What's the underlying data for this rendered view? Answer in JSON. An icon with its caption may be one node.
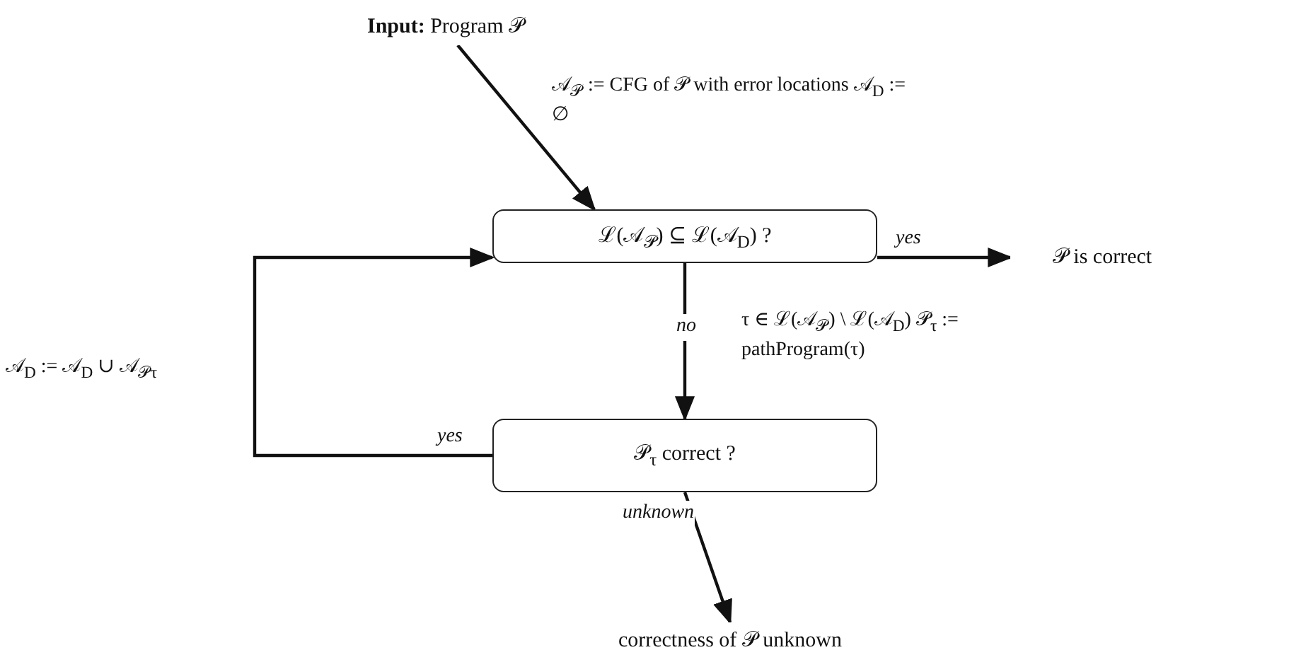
{
  "diagram": {
    "nodes": [
      {
        "text": [
          "**Input:** Program 𝒫"
        ]
      },
      {
        "text": [
          "ℒ(𝒜$_{𝒫}$) ⊆ ℒ(𝒜$_{D}$) ?"
        ]
      },
      {
        "text": [
          "𝒫 is correct"
        ]
      },
      {
        "text": [
          "𝒫$_{τ}$ correct ?"
        ]
      },
      {
        "text": [
          "correctness of 𝒫 unknown"
        ]
      }
    ],
    "edges": [
      {
        "from": 0,
        "to": 1,
        "arrow": "to",
        "label": "𝒜$_{𝒫}$ := CFG of 𝒫 with error locations 𝒜$_{D}$ := ∅"
      },
      {
        "from": 1,
        "to": 2,
        "arrow": "to",
        "label": "yes"
      },
      {
        "from": 1,
        "to": 3,
        "arrow": "to",
        "label": "no"
      },
      {
        "from": 3,
        "to": 1,
        "arrow": "to",
        "label": "yes"
      },
      {
        "from": 3,
        "to": 4,
        "arrow": "to",
        "label": "unknown"
      }
    ],
    "labels": [
      "τ ∈ ℒ(𝒜$_{𝒫}$) \\ ℒ(𝒜$_{D}$) 𝒫$_{τ}$ := pathProgram(τ)",
      "𝒜$_{D}$ := 𝒜$_{D}$ ∪ 𝒜$_{𝒫τ}$"
    ]
  }
}
